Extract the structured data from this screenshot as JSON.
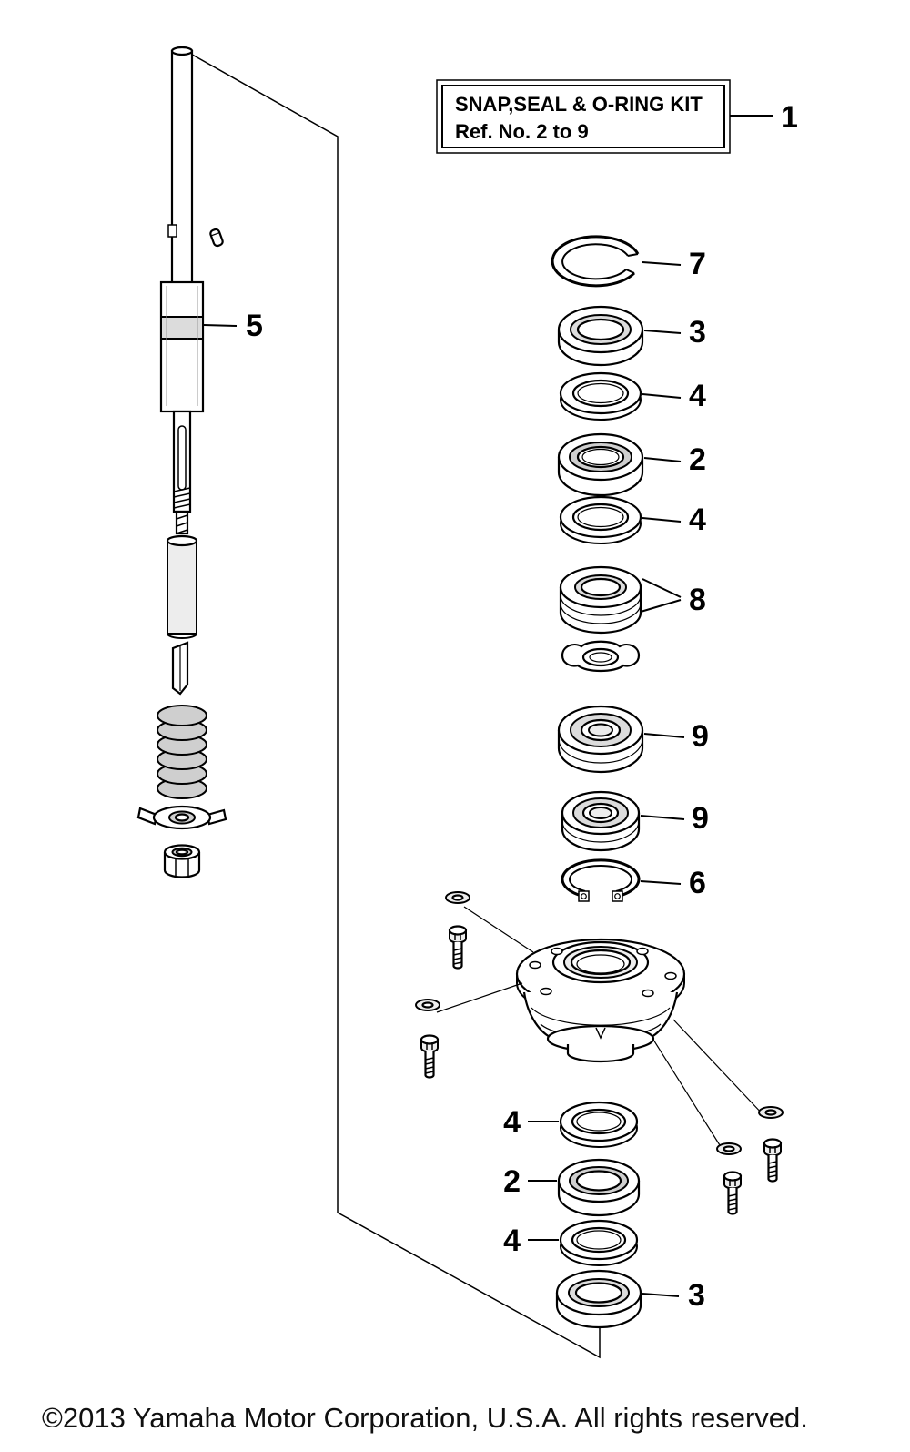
{
  "kit_box": {
    "title": "SNAP,SEAL & O-RING KIT",
    "subtitle": "Ref. No. 2 to 9"
  },
  "callouts": {
    "kit": "1",
    "seal_2_upper": "2",
    "seal_2_lower": "2",
    "seal_3_upper": "3",
    "seal_3_lower": "3",
    "oring_4_a": "4",
    "oring_4_b": "4",
    "oring_4_c": "4",
    "oring_4_d": "4",
    "driveshaft_sleeve": "5",
    "snap_ring_6": "6",
    "snap_ring_7": "7",
    "spacer_8": "8",
    "bearing_9_upper": "9",
    "bearing_9_lower": "9"
  },
  "colors": {
    "background": "#ffffff",
    "line": "#000000",
    "shading": "#dcdcdc"
  },
  "footer": {
    "copyright": "©2013 Yamaha Motor Corporation, U.S.A. All rights reserved."
  }
}
